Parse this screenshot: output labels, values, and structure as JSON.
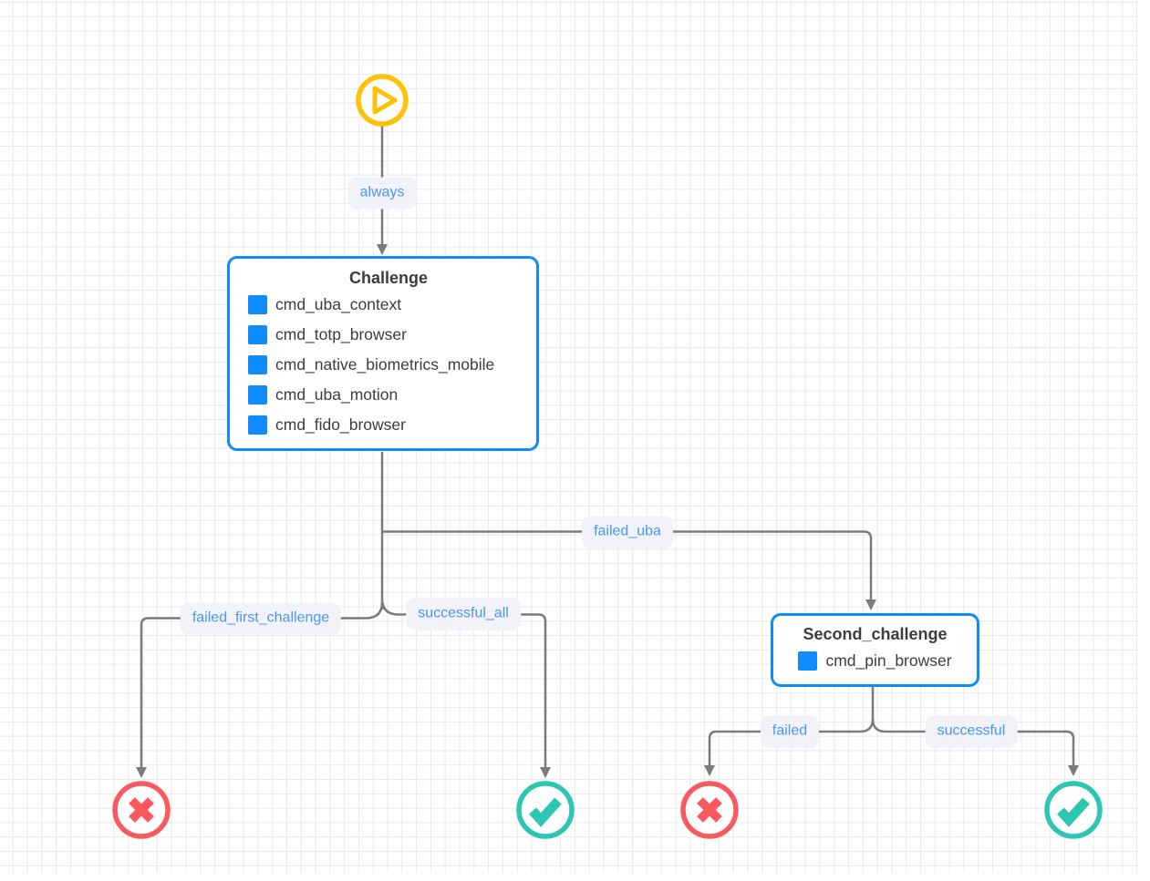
{
  "canvas": {
    "type": "flow-diagram-grid-canvas",
    "background": "#ffffff",
    "grid_color": "#e9e9eb"
  },
  "colors": {
    "accent_blue": "#0d8bff",
    "edge_label_text": "#4b94f8",
    "edge_label_bg": "#f1f3f8",
    "edge_gray": "#7b7b7b",
    "start_yellow": "#fdc108",
    "fail_red": "#f9595f",
    "success_teal": "#2cc6b2",
    "node_text": "#3d3d3d"
  },
  "nodes": {
    "start": {
      "icon": "play-start-icon"
    },
    "challenge": {
      "title": "Challenge",
      "items": [
        "cmd_uba_context",
        "cmd_totp_browser",
        "cmd_native_biometrics_mobile",
        "cmd_uba_motion",
        "cmd_fido_browser"
      ]
    },
    "second_challenge": {
      "title": "Second_challenge",
      "items": [
        "cmd_pin_browser"
      ]
    },
    "terminal_fail_left": {
      "icon": "fail-x-icon"
    },
    "terminal_success_left": {
      "icon": "success-check-icon"
    },
    "terminal_fail_right": {
      "icon": "fail-x-icon"
    },
    "terminal_success_right": {
      "icon": "success-check-icon"
    }
  },
  "edges": {
    "always": {
      "label": "always",
      "from": "start",
      "to": "challenge"
    },
    "failed_uba": {
      "label": "failed_uba",
      "from": "challenge",
      "to": "second_challenge"
    },
    "failed_first_challenge": {
      "label": "failed_first_challenge",
      "from": "challenge",
      "to": "terminal_fail_left"
    },
    "successful_all": {
      "label": "successful_all",
      "from": "challenge",
      "to": "terminal_success_left"
    },
    "failed": {
      "label": "failed",
      "from": "second_challenge",
      "to": "terminal_fail_right"
    },
    "successful": {
      "label": "successful",
      "from": "second_challenge",
      "to": "terminal_success_right"
    }
  }
}
